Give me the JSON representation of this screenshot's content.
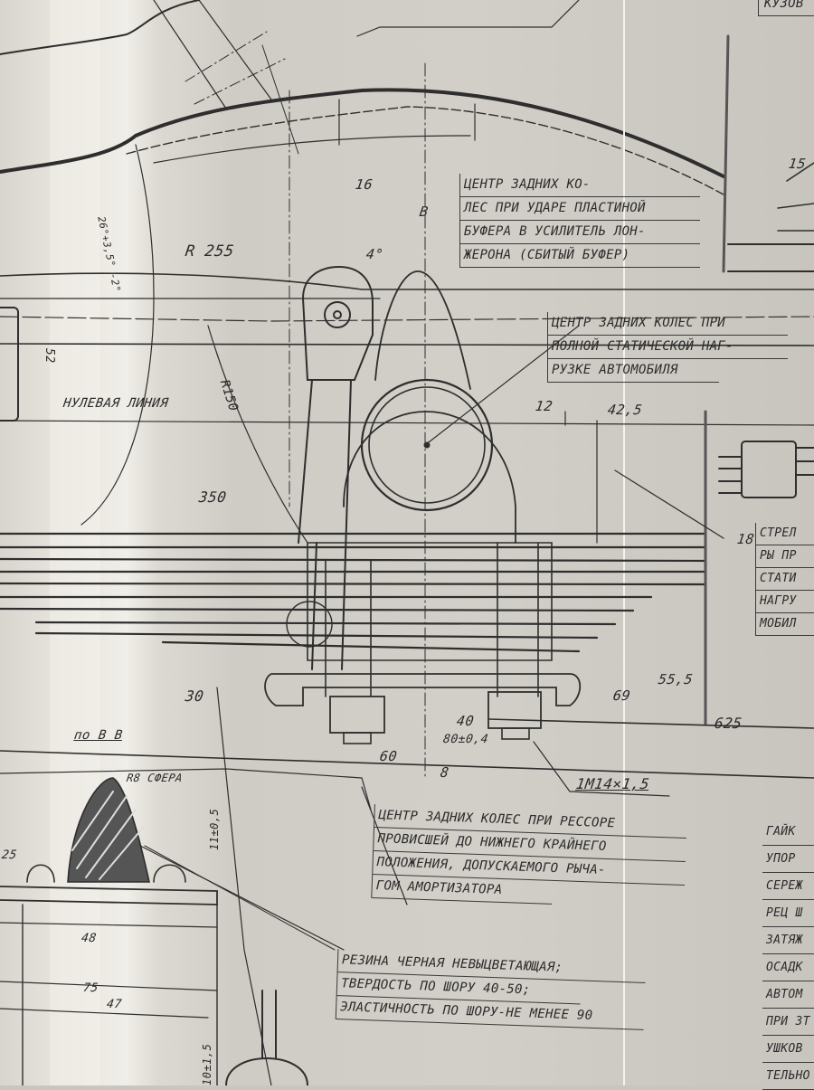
{
  "drawing": {
    "type": "Technical engineering drawing (photo) — rear suspension / leaf spring assembly",
    "language": "Russian"
  },
  "notes": {
    "impact_center": [
      "ЦЕНТР ЗАДНИХ КО-",
      "ЛЕС ПРИ УДАРЕ ПЛАСТИНОЙ",
      "БУФЕРА В УСИЛИТЕЛЬ ЛОН-",
      "ЖЕРОНА (СБИТЫЙ БУФЕР)"
    ],
    "static_load_center": [
      "ЦЕНТР ЗАДНИХ КОЛЕС ПРИ",
      "ПОЛНОЙ СТАТИЧЕСКОЙ НАГ-",
      "РУЗКЕ АВТОМОБИЛЯ"
    ],
    "lowest_position_center": [
      "ЦЕНТР ЗАДНИХ КОЛЕС ПРИ РЕССОРЕ",
      "ПРОВИСШЕЙ ДО НИЖНЕГО КРАЙНЕГО",
      "ПОЛОЖЕНИЯ, ДОПУСКАЕМОГО РЫЧА-",
      "ГОМ АМОРТИЗАТОРА"
    ],
    "rubber_spec": [
      "РЕЗИНА ЧЕРНАЯ НЕВЫЦВЕТАЮЩАЯ;",
      "ТВЕРДОСТЬ ПО ШОРУ 40-50;",
      "ЭЛАСТИЧНОСТЬ ПО ШОРУ-НЕ МЕНЕЕ 90"
    ],
    "right_partial_arrow": [
      "СТРЕЛ",
      "РЫ ПР",
      "СТАТИ",
      "НАГРУ",
      "МОБИЛ"
    ],
    "right_partial_bottom": [
      "ГАЙК",
      "УПОР",
      "СЕРЕЖ",
      "РЕЦ Ш",
      "ЗАТЯЖ",
      "ОСАДК",
      "АВТОМ",
      "ПРИ ЗТ",
      "УШКОВ",
      "ТЕЛЬНО"
    ],
    "top_right_partial": "КУЗОВ"
  },
  "labels": {
    "zero_line": "НУЛЕВАЯ ЛИНИЯ",
    "section_ref": "по В В",
    "sphere": "R8 СФЕРА",
    "thread": "1М14×1,5",
    "view_b": "В"
  },
  "dimensions": {
    "d16": "16",
    "d4deg": "4°",
    "r255": "R 255",
    "angle": "26°+3,5° -2°",
    "r150": "R150",
    "d52": "52",
    "d12": "12",
    "d42_5": "42,5",
    "d350": "350",
    "d18": "18",
    "d15": "15",
    "d30": "30",
    "d55_5": "55,5",
    "d69": "69",
    "d625": "625",
    "d40": "40",
    "d80": "80±0,4",
    "d60": "60",
    "d8": "8",
    "d11": "11±0,5",
    "d25": "25",
    "d48": "48",
    "d75": "75",
    "d47": "47",
    "d10": "10±1,5"
  }
}
